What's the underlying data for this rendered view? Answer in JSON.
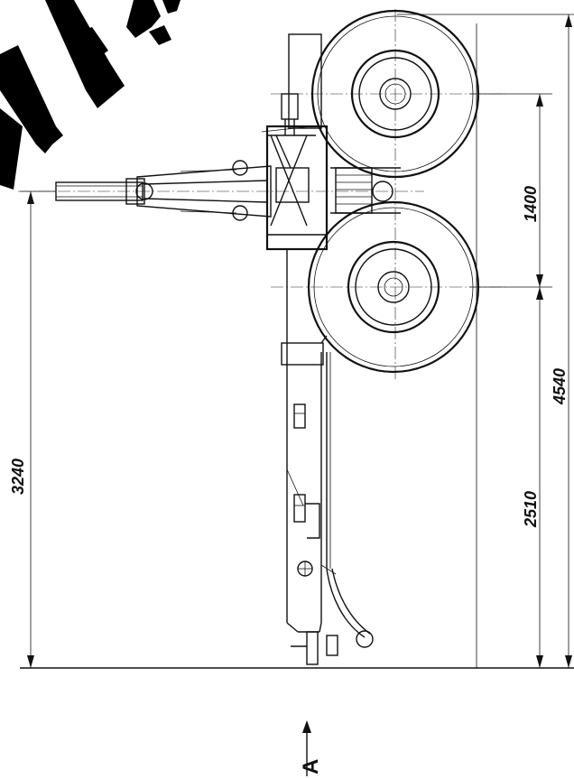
{
  "dimensions": {
    "overall_height": "3240",
    "axle_spacing": "1400",
    "rear_axle_to_front": "2510",
    "overall_length": "4540"
  },
  "view_marker": {
    "label": "A"
  },
  "colors": {
    "ink": "#111111",
    "background": "#ffffff",
    "watermark": "#000000"
  }
}
